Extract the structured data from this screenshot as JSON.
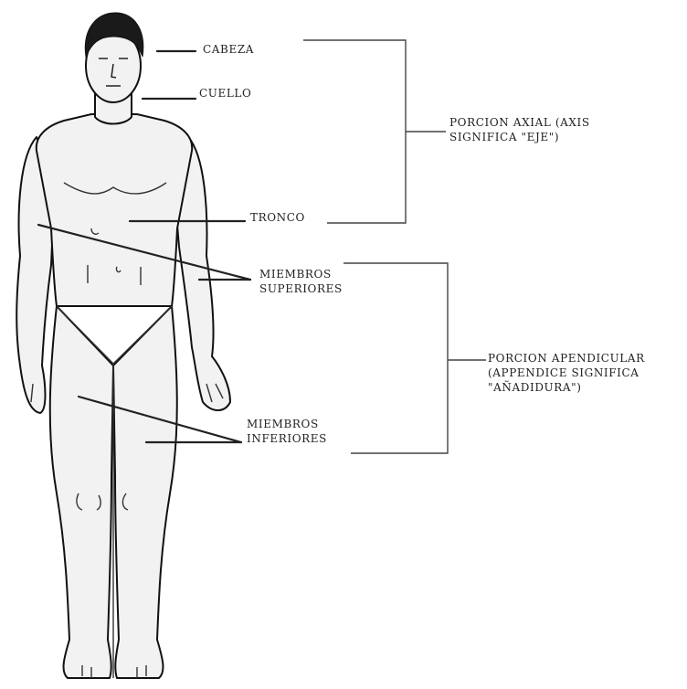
{
  "labels": {
    "cabeza": "CABEZA",
    "cuello": "CUELLO",
    "tronco": "TRONCO",
    "miembros_superiores": [
      "MIEMBROS",
      "SUPERIORES"
    ],
    "miembros_inferiores": [
      "MIEMBROS",
      "INFERIORES"
    ],
    "porcion_axial": [
      "PORCION AXIAL (AXIS",
      "SIGNIFICA \"EJE\")"
    ],
    "porcion_apendicular": [
      "PORCION APENDICULAR",
      "(APPENDICE SIGNIFICA",
      "\"AÑADIDURA\")"
    ]
  },
  "colors": {
    "line": "#222222",
    "bracket": "#444444",
    "skin": "#f2f2f2",
    "outline": "#111111",
    "hair": "#1a1a1a"
  }
}
